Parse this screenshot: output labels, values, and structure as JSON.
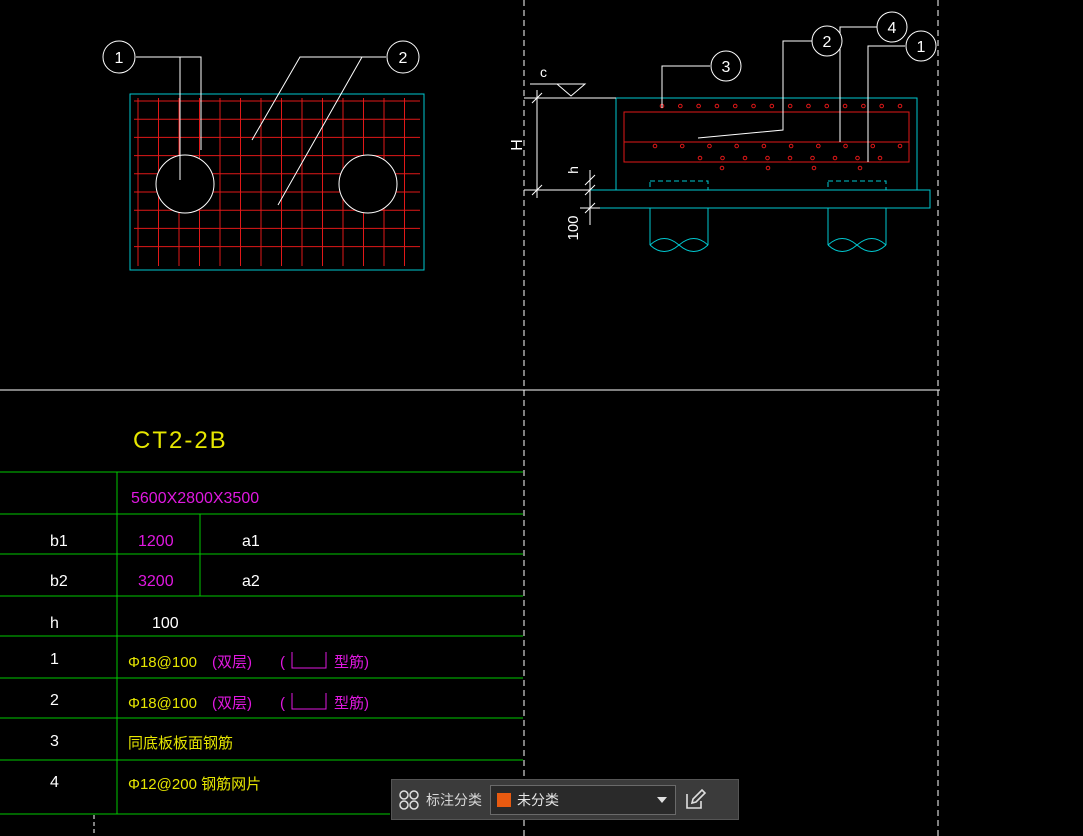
{
  "colors": {
    "background": "#000000",
    "outline": "#00c8d0",
    "rebar": "#e01818",
    "title": "#e6e600",
    "magenta": "#e018e0",
    "table_line": "#00c800",
    "white": "#ffffff",
    "label": "#e6e6e6",
    "swatch": "#e85a10"
  },
  "plan_view": {
    "callout_1": "1",
    "callout_2": "2"
  },
  "section_view": {
    "callout_1": "1",
    "callout_2": "2",
    "callout_3": "3",
    "callout_4": "4",
    "dim_c": "c",
    "dim_H": "H",
    "dim_h": "h",
    "dim_100": "100"
  },
  "table": {
    "title": "CT2-2B",
    "size": "5600X2800X3500",
    "rows": [
      {
        "key": "b1",
        "value": "1200",
        "extra": "a1"
      },
      {
        "key": "b2",
        "value": "3200",
        "extra": "a2"
      },
      {
        "key": "h",
        "value": "100"
      },
      {
        "key": "1",
        "value": "Φ18@100",
        "layer": "(双层)",
        "shape_open": "(",
        "shape_type": "型筋)"
      },
      {
        "key": "2",
        "value": "Φ18@100",
        "layer": "(双层)",
        "shape_open": "(",
        "shape_type": "型筋)"
      },
      {
        "key": "3",
        "value": "同底板板面钢筋"
      },
      {
        "key": "4",
        "value": "Φ12@200 钢筋网片"
      }
    ]
  },
  "toolbar": {
    "grid_icon": "grid-icon",
    "label": "标注分类",
    "selected": "未分类",
    "edit_icon": "edit-icon"
  }
}
